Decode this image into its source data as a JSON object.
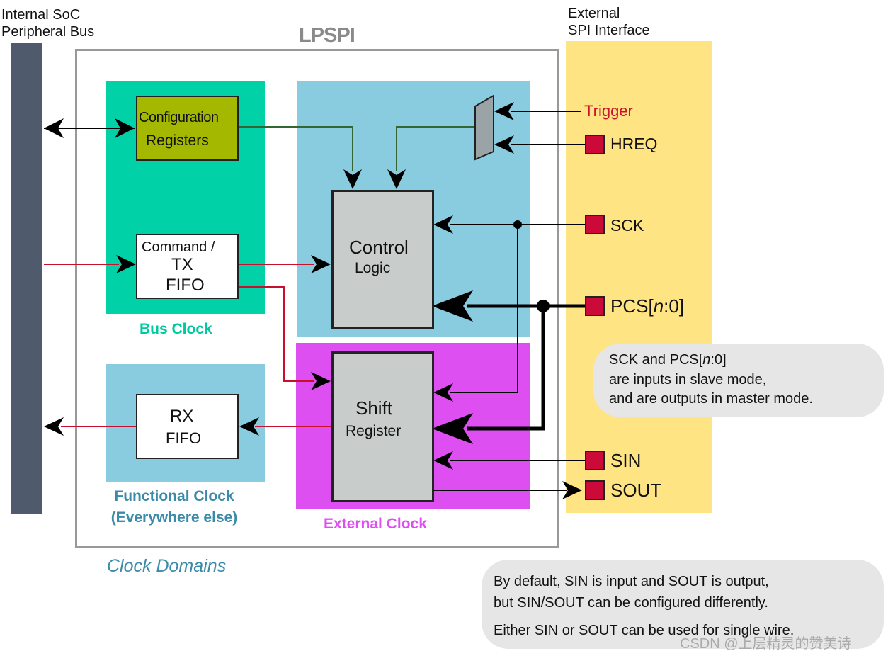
{
  "title": "LPSPI",
  "bus_label": [
    "Internal SoC",
    "Peripheral Bus"
  ],
  "ext_label": [
    "External",
    "SPI Interface"
  ],
  "blocks": {
    "config": [
      "Configuration",
      "Registers"
    ],
    "cmd": [
      "Command /",
      "TX",
      "FIFO"
    ],
    "rx": [
      "RX",
      "FIFO"
    ],
    "control": [
      "Control",
      "Logic"
    ],
    "shift": [
      "Shift",
      "Register"
    ]
  },
  "domains": {
    "bus": "Bus Clock",
    "functional": [
      "Functional Clock",
      "(Everywhere else)"
    ],
    "external": "External Clock",
    "caption": "Clock Domains"
  },
  "signals": {
    "trigger": "Trigger",
    "hreq": "HREQ",
    "sck": "SCK",
    "pcs_prefix": "PCS[",
    "pcs_n": "n",
    "pcs_suffix": ":0]",
    "sin": "SIN",
    "sout": "SOUT"
  },
  "note1": {
    "line1_prefix": "SCK and PCS[",
    "line1_n": "n",
    "line1_suffix": ":0]",
    "line2": "are inputs in slave mode,",
    "line3": "and are outputs in master mode."
  },
  "note2": {
    "line1": "By default, SIN is input and SOUT is output,",
    "line2": "but SIN/SOUT can be configured differently.",
    "line3": "Either SIN or SOUT can be used for single wire."
  },
  "watermark": "CSDN @上层精灵的赞美诗",
  "colors": {
    "bus_bar": "#4f5b6d",
    "bus_domain": "#00d1a6",
    "functional_domain": "#89cbdf",
    "external_domain": "#de4ff2",
    "ext_interface": "#fee483",
    "config_block": "#a5b800",
    "logic_block": "#c8cccb",
    "pin": "#cc0a3a",
    "red_line": "#c8102e",
    "green_line": "#336633",
    "trigger_text": "#cc1133",
    "caption_text": "#3a8aa8"
  }
}
